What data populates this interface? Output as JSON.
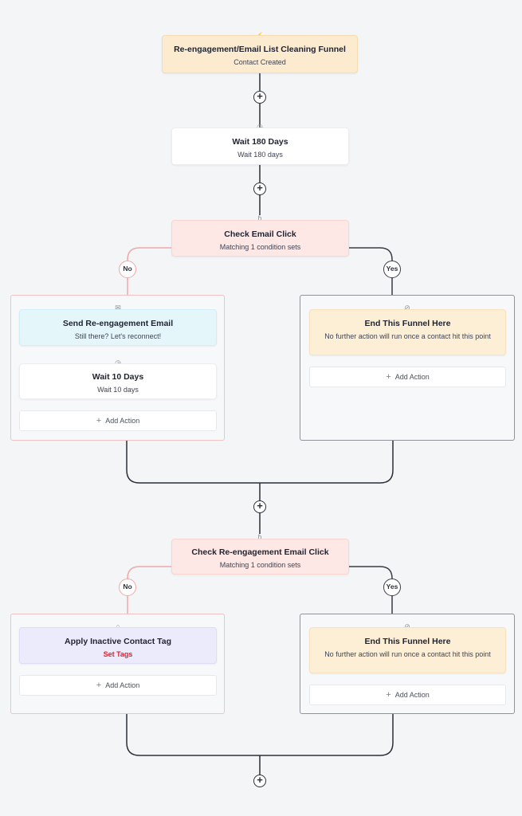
{
  "trigger": {
    "title": "Re-engagement/Email List Cleaning Funnel",
    "subtitle": "Contact Created",
    "icon": "lightning-icon"
  },
  "wait1": {
    "title": "Wait 180 Days",
    "subtitle": "Wait 180 days",
    "icon": "clock-icon"
  },
  "cond1": {
    "title": "Check Email Click",
    "subtitle": "Matching 1 condition sets",
    "icon": "branch-icon",
    "no_label": "No",
    "yes_label": "Yes",
    "no_branch": {
      "email": {
        "title": "Send Re-engagement Email",
        "subtitle": "Still there? Let's reconnect!",
        "icon": "email-icon"
      },
      "wait": {
        "title": "Wait 10 Days",
        "subtitle": "Wait 10 days",
        "icon": "clock-icon"
      },
      "add_action": "Add Action"
    },
    "yes_branch": {
      "end": {
        "title": "End This Funnel Here",
        "subtitle": "No further action will run once a contact hit this point",
        "icon": "stop-icon"
      },
      "add_action": "Add Action"
    }
  },
  "cond2": {
    "title": "Check Re-engagement Email Click",
    "subtitle": "Matching 1 condition sets",
    "icon": "branch-icon",
    "no_label": "No",
    "yes_label": "Yes",
    "no_branch": {
      "tag": {
        "title": "Apply Inactive Contact Tag",
        "subtitle": "Set Tags",
        "icon": "tag-icon"
      },
      "add_action": "Add Action"
    },
    "yes_branch": {
      "end": {
        "title": "End This Funnel Here",
        "subtitle": "No further action will run once a contact hit this point",
        "icon": "stop-icon"
      },
      "add_action": "Add Action"
    }
  },
  "add_step_symbol": "+",
  "colors": {
    "no_line": "#f0a8a8",
    "yes_line": "#3a3d44",
    "trigger_bg": "#fdebd0",
    "condition_bg": "#fde8e6",
    "set_tags_text": "#e0212b"
  }
}
